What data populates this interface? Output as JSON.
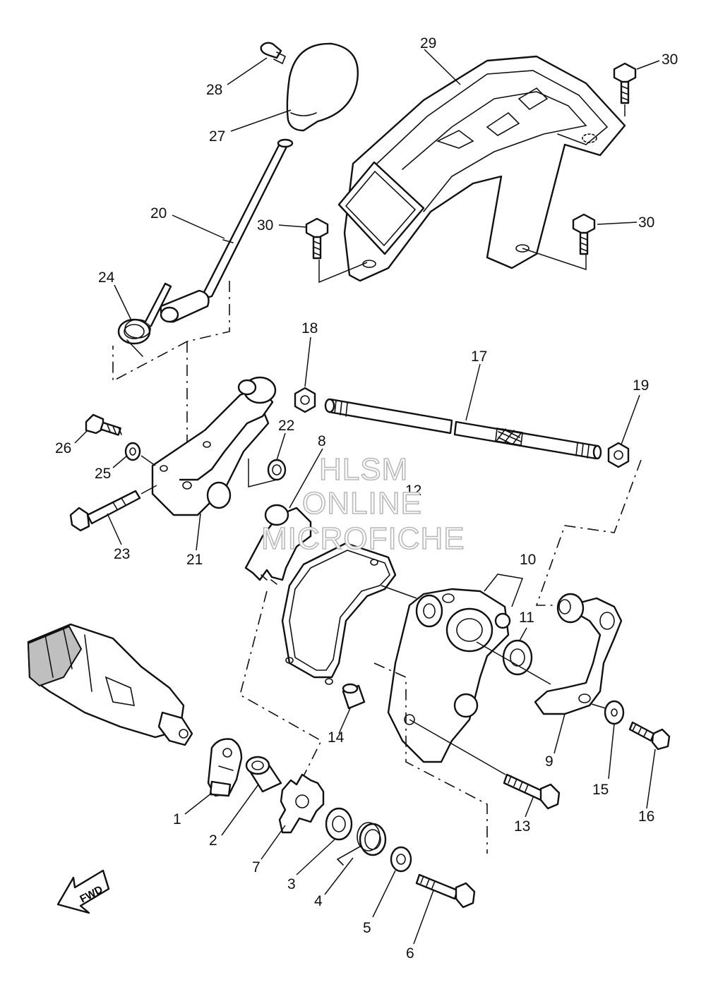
{
  "watermark": {
    "line1": "HLSM",
    "line2": "ONLINE",
    "line3": "MICROFICHE"
  },
  "direction_label": "FWD",
  "callouts": [
    {
      "id": "c1",
      "number": "1"
    },
    {
      "id": "c2",
      "number": "2"
    },
    {
      "id": "c3",
      "number": "3"
    },
    {
      "id": "c4",
      "number": "4"
    },
    {
      "id": "c5",
      "number": "5"
    },
    {
      "id": "c6",
      "number": "6"
    },
    {
      "id": "c7",
      "number": "7"
    },
    {
      "id": "c8",
      "number": "8"
    },
    {
      "id": "c9",
      "number": "9"
    },
    {
      "id": "c10",
      "number": "10"
    },
    {
      "id": "c11",
      "number": "11"
    },
    {
      "id": "c12",
      "number": "12"
    },
    {
      "id": "c13",
      "number": "13"
    },
    {
      "id": "c14",
      "number": "14"
    },
    {
      "id": "c15",
      "number": "15"
    },
    {
      "id": "c16",
      "number": "16"
    },
    {
      "id": "c17",
      "number": "17"
    },
    {
      "id": "c18",
      "number": "18"
    },
    {
      "id": "c19",
      "number": "19"
    },
    {
      "id": "c20",
      "number": "20"
    },
    {
      "id": "c21",
      "number": "21"
    },
    {
      "id": "c22",
      "number": "22"
    },
    {
      "id": "c23",
      "number": "23"
    },
    {
      "id": "c24",
      "number": "24"
    },
    {
      "id": "c25",
      "number": "25"
    },
    {
      "id": "c26",
      "number": "26"
    },
    {
      "id": "c27",
      "number": "27"
    },
    {
      "id": "c28",
      "number": "28"
    },
    {
      "id": "c29",
      "number": "29"
    },
    {
      "id": "c30a",
      "number": "30"
    },
    {
      "id": "c30b",
      "number": "30"
    },
    {
      "id": "c30c",
      "number": "30"
    }
  ]
}
